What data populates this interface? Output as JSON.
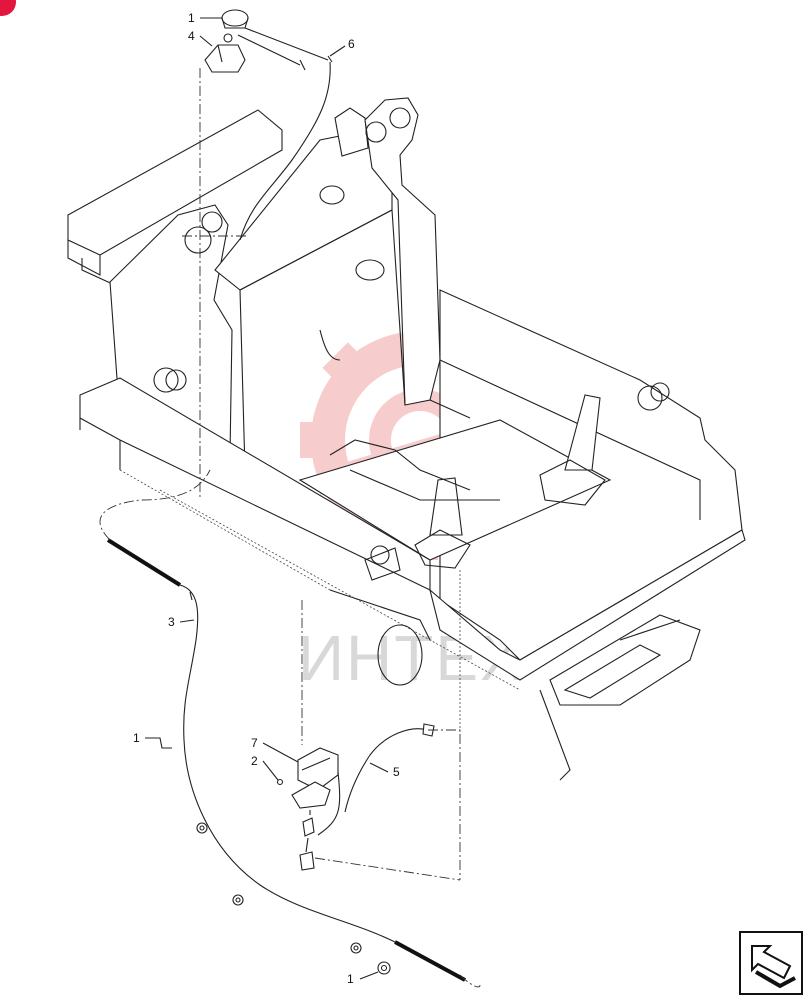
{
  "diagram": {
    "watermark_text": "ИНТЕХ",
    "callouts": [
      {
        "id": "c-1-top",
        "text": "1"
      },
      {
        "id": "c-4",
        "text": "4"
      },
      {
        "id": "c-6",
        "text": "6"
      },
      {
        "id": "c-3",
        "text": "3"
      },
      {
        "id": "c-1-mid",
        "text": "1"
      },
      {
        "id": "c-7",
        "text": "7"
      },
      {
        "id": "c-2",
        "text": "2"
      },
      {
        "id": "c-5",
        "text": "5"
      },
      {
        "id": "c-1-bottom",
        "text": "1"
      }
    ]
  },
  "icons": {
    "corner_badge": "red-circle-badge",
    "nav_button": "back-arrow-icon"
  },
  "colors": {
    "line": "#222222",
    "watermark_gear": "#f3b3b3",
    "watermark_text": "#d8d8d8",
    "badge": "#e3173d"
  }
}
